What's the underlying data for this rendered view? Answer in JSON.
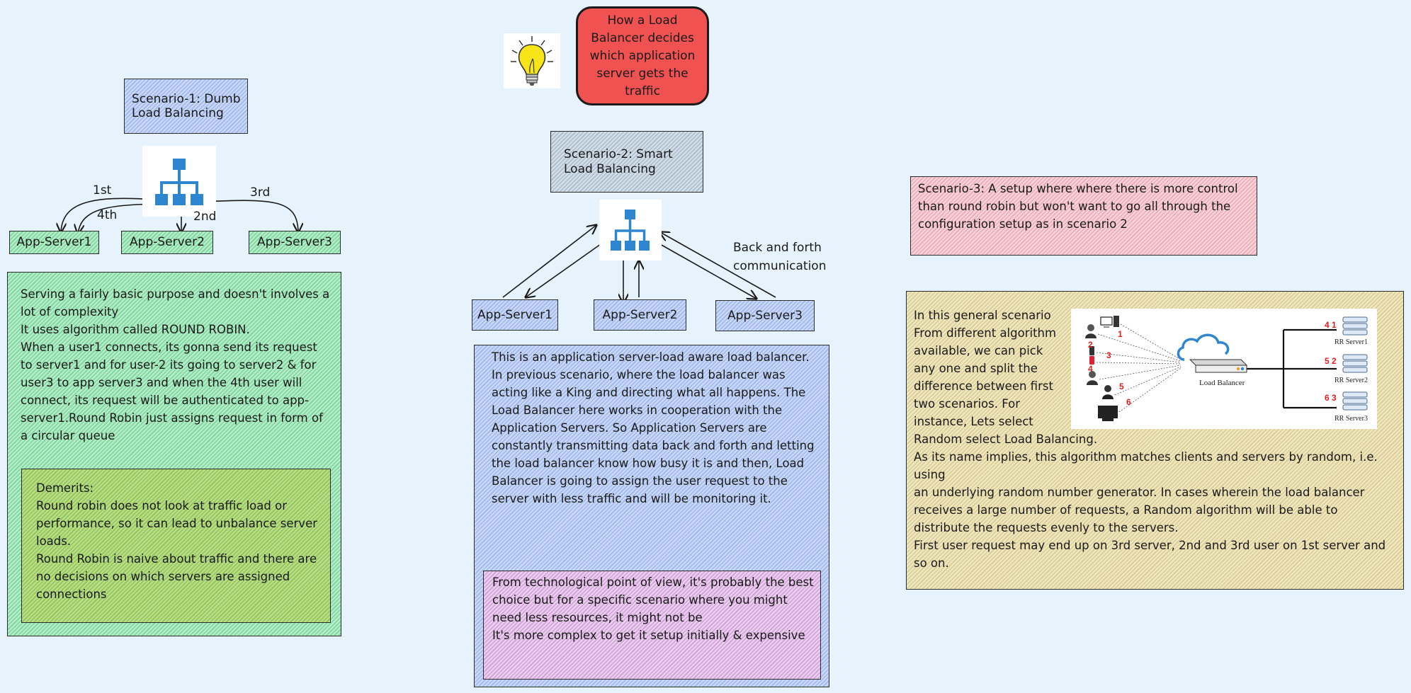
{
  "title": "How a Load Balancer decides which application server gets the traffic",
  "scenario1": {
    "heading": "Scenario-1: Dumb Load Balancing",
    "servers": [
      "App-Server1",
      "App-Server2",
      "App-Server3"
    ],
    "arrow_labels": [
      "1st",
      "2nd",
      "3rd",
      "4th"
    ],
    "description": "Serving a fairly basic purpose and doesn't involves a lot of complexity\nIt uses algorithm called ROUND ROBIN.\nWhen a user1 connects, its gonna send its request to server1 and for user-2 its going to server2 & for user3 to app server3 and when the 4th user will connect, its request will be authenticated to app-server1.Round Robin just assigns request in form of a circular queue",
    "demerits": "Demerits:\nRound robin does not look at traffic load or performance, so it can lead to unbalance server loads.\nRound Robin is naive about traffic and there are no decisions on which servers are assigned connections"
  },
  "scenario2": {
    "heading": "Scenario-2: Smart Load Balancing",
    "servers": [
      "App-Server1",
      "App-Server2",
      "App-Server3"
    ],
    "annotation": "Back and forth communication",
    "description": "This is an application server-load aware load balancer.\nIn previous scenario, where the load balancer was acting like a King and directing what all happens. The Load Balancer here works in cooperation with the Application Servers. So Application Servers are constantly transmitting data back and forth and letting the load balancer know how busy it is and then, Load Balancer is going to assign the user request to the server with less traffic and will be monitoring it.",
    "note": "From technological point of view, it's probably the best choice but for a specific scenario where you might need less resources, it might not be\nIt's more complex to get it setup initially & expensive"
  },
  "scenario3": {
    "heading": "Scenario-3: A setup where where there is more control than round robin but won't want to go all through the configuration setup as in scenario 2",
    "description_top": "In this general scenario\nFrom different algorithm\navailable, we can pick\nany one and split the\ndifference between first\ntwo scenarios. For\ninstance, Lets select",
    "description_bottom": "Random select Load Balancing.\nAs its name implies, this algorithm matches clients and servers by random, i.e. using\nan underlying random number generator. In cases wherein the load balancer receives a large number of requests, a Random algorithm will be able to distribute the requests evenly to the servers.\nFirst user request may end up on 3rd server, 2nd and 3rd user on 1st server and so on.",
    "image": {
      "lb_label": "Load Balancer",
      "client_numbers": [
        "1",
        "2",
        "3",
        "4",
        "5",
        "6"
      ],
      "servers": [
        {
          "label": "RR Server1",
          "requests": "4 1"
        },
        {
          "label": "RR Server2",
          "requests": "5 2"
        },
        {
          "label": "RR Server3",
          "requests": "6 3"
        }
      ]
    }
  },
  "colors": {
    "background": "#e6f3fc",
    "title_fill": "#f05252",
    "icon_blue": "#2f86d0",
    "request_red": "#e02020"
  }
}
